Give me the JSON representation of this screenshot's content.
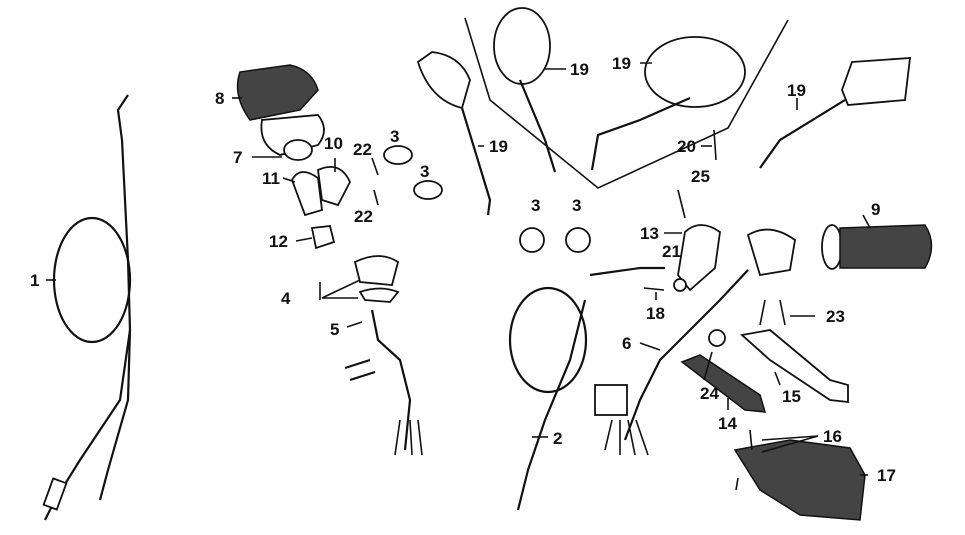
{
  "diagram": {
    "type": "exploded parts diagram",
    "callouts": {
      "p1": "1",
      "p2": "2",
      "p3": "3",
      "p4": "4",
      "p5": "5",
      "p6": "6",
      "p7": "7",
      "p8": "8",
      "p9": "9",
      "p10": "10",
      "p11": "11",
      "p12": "12",
      "p13": "13",
      "p14": "14",
      "p15": "15",
      "p16": "16",
      "p17": "17",
      "p18": "18",
      "p19": "19",
      "p20": "20",
      "p21": "21",
      "p22": "22",
      "p23": "23",
      "p24": "24",
      "p25": "25"
    }
  }
}
